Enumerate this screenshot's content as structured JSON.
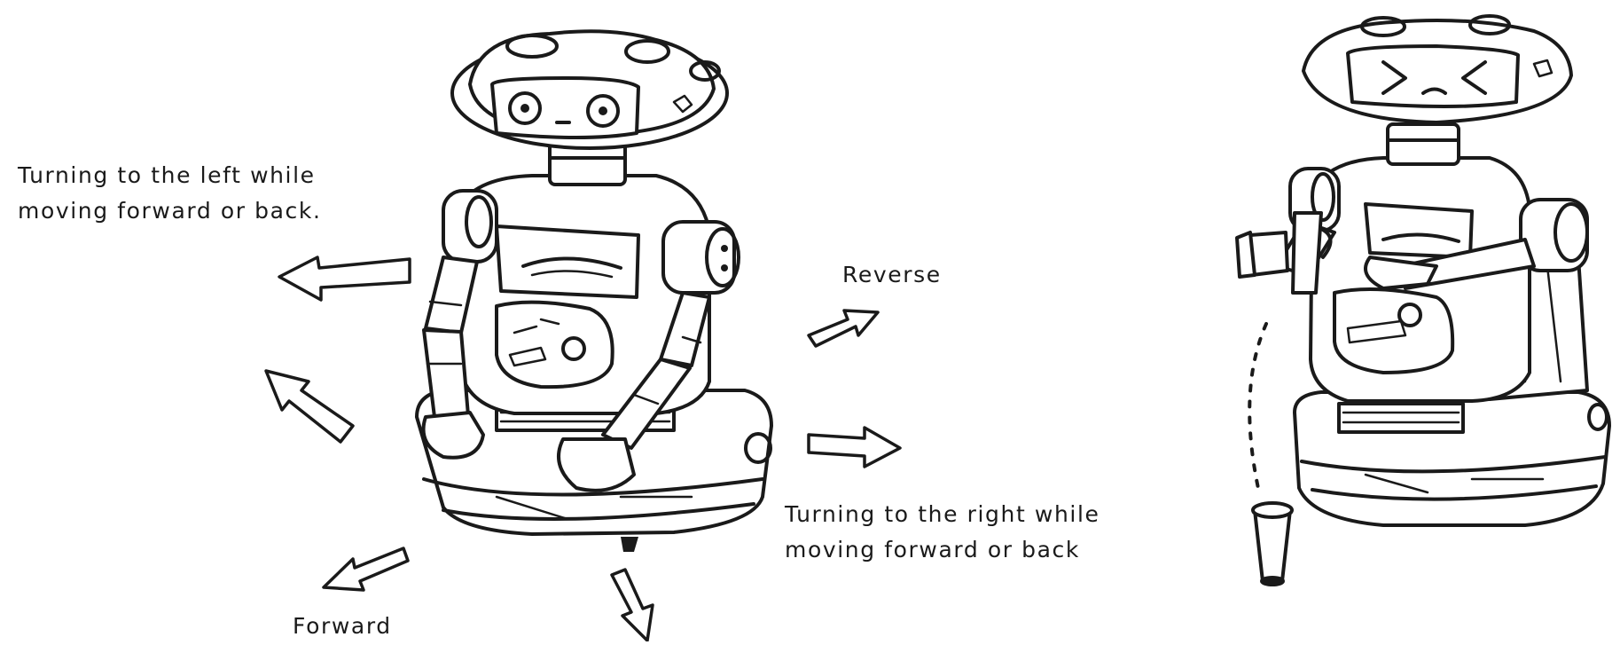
{
  "labels": {
    "turn_left_line1": "Turning to the left while",
    "turn_left_line2": "moving forward or back.",
    "reverse": "Reverse",
    "turn_right_line1": "Turning to the right while",
    "turn_right_line2": "moving forward or back",
    "forward": "Forward"
  },
  "colors": {
    "ink": "#1a1a1a",
    "background": "#ffffff"
  },
  "icons": {
    "left_robot": "robot-moving-icon",
    "right_robot": "robot-serving-cup-icon",
    "dropped_cup": "cup-icon"
  }
}
